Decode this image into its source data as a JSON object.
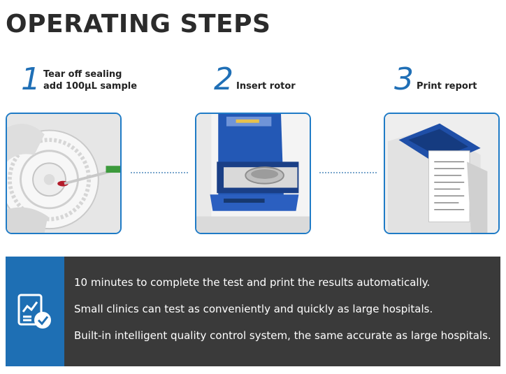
{
  "title": "OPERATING STEPS",
  "steps": [
    {
      "number": "1",
      "line1": "Tear off sealing",
      "line2": "add 100μL sample"
    },
    {
      "number": "2",
      "line1": "Insert rotor",
      "line2": ""
    },
    {
      "number": "3",
      "line1": "Print report",
      "line2": ""
    }
  ],
  "features": [
    "10 minutes to complete the test and print the results automatically.",
    "Small clinics can test as conveniently and quickly as large hospitals.",
    "Built-in intelligent quality control system, the same accurate as large hospitals."
  ],
  "colors": {
    "accent": "#1f6fb6",
    "panel": "#3a3a3a",
    "icon_panel": "#1e6fb4"
  },
  "icons": {
    "feature_icon": "report-check-icon"
  }
}
